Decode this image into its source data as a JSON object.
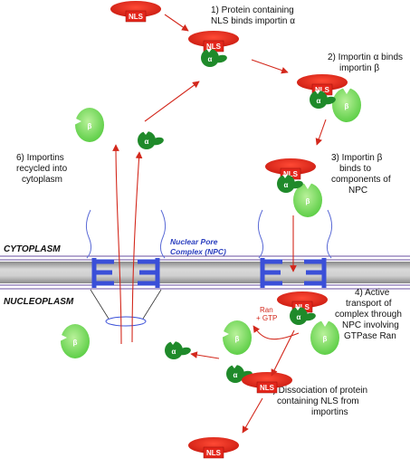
{
  "regions": {
    "cytoplasm": "CYTOPLASM",
    "nucleoplasm": "NUCLEOPLASM"
  },
  "npc_label": [
    "Nuclear Pore",
    "Complex (NPC)"
  ],
  "ran_label": [
    "Ran",
    "+ GTP"
  ],
  "glyphs": {
    "nls": "NLS",
    "alpha": "α",
    "beta": "β"
  },
  "steps": [
    {
      "lines": [
        "1) Protein containing",
        "NLS binds importin α"
      ]
    },
    {
      "lines": [
        "2) Importin α binds",
        "importin β"
      ]
    },
    {
      "lines": [
        "3) Importin β",
        "binds to",
        "components of",
        "NPC"
      ]
    },
    {
      "lines": [
        "4) Active",
        "transport of",
        "complex through",
        "NPC involving",
        "GTPase Ran"
      ]
    },
    {
      "lines": [
        "5) Dissociation of protein",
        "containing NLS from",
        "importins"
      ]
    },
    {
      "lines": [
        "6) Importins",
        "recycled into",
        "cytoplasm"
      ]
    }
  ],
  "colors": {
    "nls_protein": "#e3261b",
    "importin_alpha": "#1f8a2a",
    "importin_beta": "#7ed957",
    "npc": "#3a4fd8",
    "arrow": "#d3281c",
    "membrane": "#aaaaaa"
  }
}
